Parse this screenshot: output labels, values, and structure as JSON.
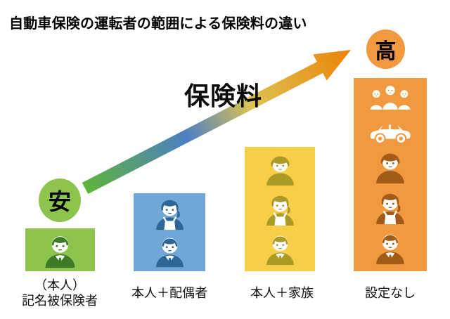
{
  "title": "自動車保険の運転者の範囲による保険料の違い",
  "arrow": {
    "label": "保険料",
    "direction": "low-left-to-high-right",
    "gradient_stops": [
      "#5eb43c",
      "#4c7fc2",
      "#ddc353",
      "#ec8306"
    ]
  },
  "badges": {
    "cheap": "安",
    "expensive": "高",
    "cheap_color": "#8cc44d",
    "expensive_color": "#f0993e"
  },
  "bars": [
    {
      "name": "named-insured-only",
      "label_line1": "（本人）",
      "label_line2": "記名被保険者",
      "bar_color": "#8cc44d",
      "icon_color": "#3f7a26",
      "icons": [
        "businessman-icon"
      ]
    },
    {
      "name": "insured-plus-spouse",
      "label": "本人＋配偶者",
      "bar_color": "#70a7d7",
      "icon_color": "#2d6697",
      "icons": [
        "woman-icon",
        "businessman-icon"
      ]
    },
    {
      "name": "insured-plus-family",
      "label": "本人＋家族",
      "bar_color": "#f7ce47",
      "icon_color": "#ab9a26",
      "icons": [
        "young-man-icon",
        "woman-icon",
        "businessman-icon"
      ]
    },
    {
      "name": "no-driver-restriction",
      "label": "設定なし",
      "bar_color": "#f0993e",
      "icon_color": "#a35c17",
      "icons": [
        "people-group-icon",
        "car-icon",
        "young-man-icon",
        "woman-icon",
        "businessman-icon"
      ]
    }
  ]
}
